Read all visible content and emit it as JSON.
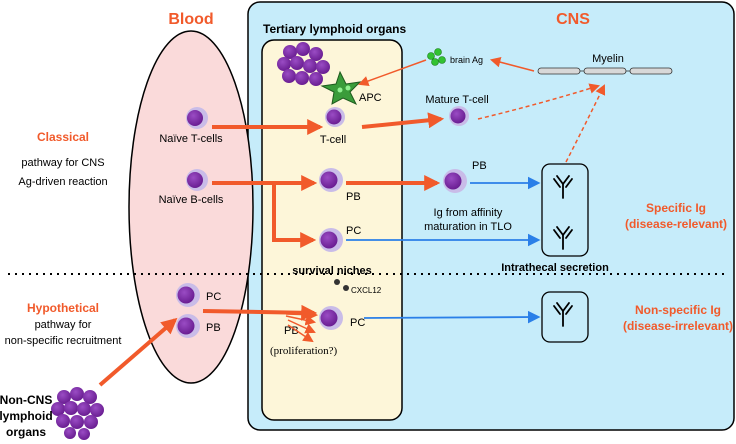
{
  "colors": {
    "blood_fill": "#fadada",
    "cns_fill": "#c6ecfa",
    "tlo_fill": "#fdf6d9",
    "accent": "#f15a2b",
    "blue_arrow": "#2a7fe8",
    "cell_purple": "#7a2ea0",
    "cell_halo": "#c9bce8",
    "apc_green": "#3a9c3a",
    "ag_green": "#32c232"
  },
  "titles": {
    "blood": "Blood",
    "cns": "CNS",
    "tlo": "Tertiary lymphoid organs"
  },
  "pathways": {
    "classical_title": "Classical",
    "classical_line1": "pathway for CNS",
    "classical_line2": "Ag-driven reaction",
    "hypothetical_title": "Hypothetical",
    "hypothetical_line1": "pathway for",
    "hypothetical_line2": "non-specific recruitment"
  },
  "blood_cells": {
    "naive_t": "Naïve T-cells",
    "naive_b": "Naïve B-cells",
    "pc": "PC",
    "pb": "PB"
  },
  "tlo_cells": {
    "apc": "APC",
    "tcell": "T-cell",
    "pb": "PB",
    "pc": "PC",
    "survival_niches": "survival niches",
    "cxcl12": "CXCL12",
    "pb_lower": "PB",
    "pc_lower": "PC",
    "proliferation": "(proliferation?)"
  },
  "cns_labels": {
    "brain_ag": "brain Ag",
    "myelin": "Myelin",
    "mature_tcell": "Mature T-cell",
    "pb": "PB",
    "ig_affinity_line1": "Ig from affinity",
    "ig_affinity_line2": "maturation in TLO",
    "specific_ig_line1": "Specific Ig",
    "specific_ig_line2": "(disease-relevant)",
    "intrathecal": "Intrathecal secretion",
    "nonspecific_ig_line1": "Non-specific Ig",
    "nonspecific_ig_line2": "(disease-irrelevant)"
  },
  "non_cns": {
    "line1": "Non-CNS",
    "line2": "lymphoid",
    "line3": "organs"
  }
}
